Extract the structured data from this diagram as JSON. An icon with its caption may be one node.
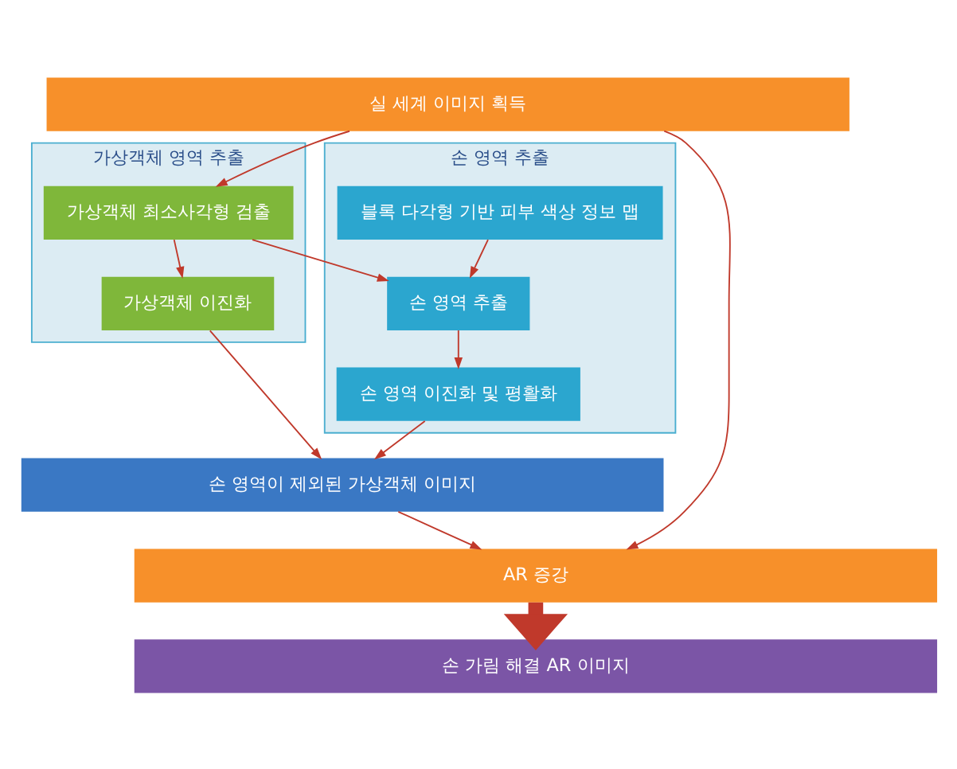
{
  "diagram": {
    "nodes": [
      {
        "text": [
          "실 세계 이미지 획득"
        ]
      },
      {
        "text": [
          "가상객체 영역 추출"
        ]
      },
      {
        "text": [
          "가상객체 최소사각형 검출"
        ],
        "in": 1
      },
      {
        "text": [
          "가상객체 이진화"
        ],
        "in": 1
      },
      {
        "text": [
          "손 영역 추출"
        ]
      },
      {
        "text": [
          "블록 다각형 기반 피부 색상 정보 맵"
        ],
        "in": 4
      },
      {
        "text": [
          "손 영역 추출"
        ],
        "in": 4
      },
      {
        "text": [
          "손 영역 이진화 및 평활화"
        ],
        "in": 4
      },
      {
        "text": [
          "손 영역이 제외된 가상객체 이미지"
        ]
      },
      {
        "text": [
          "AR 증강"
        ]
      },
      {
        "text": [
          "손 가림 해결 AR 이미지"
        ]
      }
    ],
    "edges": [
      {
        "from": 0,
        "to": 9,
        "arrow": "to"
      },
      {
        "from": 0,
        "to": 2,
        "arrow": "to"
      },
      {
        "from": 2,
        "to": 3,
        "arrow": "to"
      },
      {
        "from": 2,
        "to": 6,
        "arrow": "to"
      },
      {
        "from": 5,
        "to": 6,
        "arrow": "to"
      },
      {
        "from": 6,
        "to": 7,
        "arrow": "to"
      },
      {
        "from": 3,
        "to": 8,
        "arrow": "to"
      },
      {
        "from": 7,
        "to": 8,
        "arrow": "to"
      },
      {
        "from": 8,
        "to": 9,
        "arrow": "to"
      },
      {
        "from": 9,
        "to": 10,
        "arrow": "to",
        "style": "thick"
      }
    ]
  }
}
